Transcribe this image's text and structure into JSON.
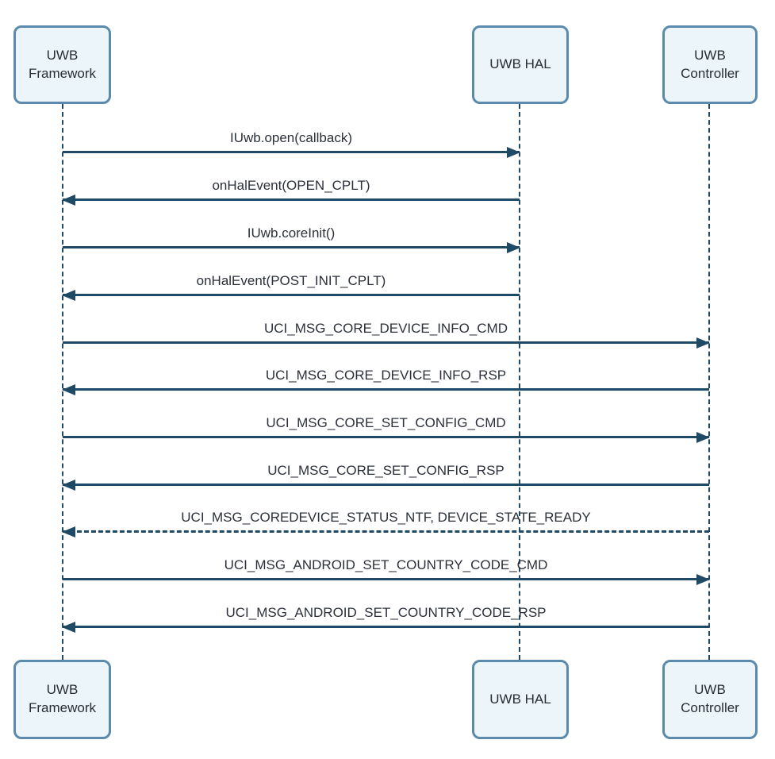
{
  "colors": {
    "actor_fill": "#ecf5fa",
    "actor_border": "#5b8aad",
    "line": "#1f4a66",
    "label_text": "#2b303a"
  },
  "actors": [
    {
      "id": "framework",
      "label": "UWB Framework"
    },
    {
      "id": "hal",
      "label": "UWB HAL"
    },
    {
      "id": "controller",
      "label": "UWB Controller"
    }
  ],
  "messages": [
    {
      "label": "IUwb.open(callback)",
      "from": "framework",
      "to": "hal",
      "line_style": "solid"
    },
    {
      "label": "onHalEvent(OPEN_CPLT)",
      "from": "hal",
      "to": "framework",
      "line_style": "solid"
    },
    {
      "label": "IUwb.coreInit()",
      "from": "framework",
      "to": "hal",
      "line_style": "solid"
    },
    {
      "label": "onHalEvent(POST_INIT_CPLT)",
      "from": "hal",
      "to": "framework",
      "line_style": "solid"
    },
    {
      "label": "UCI_MSG_CORE_DEVICE_INFO_CMD",
      "from": "framework",
      "to": "controller",
      "line_style": "solid"
    },
    {
      "label": "UCI_MSG_CORE_DEVICE_INFO_RSP",
      "from": "controller",
      "to": "framework",
      "line_style": "solid"
    },
    {
      "label": "UCI_MSG_CORE_SET_CONFIG_CMD",
      "from": "framework",
      "to": "controller",
      "line_style": "solid"
    },
    {
      "label": "UCI_MSG_CORE_SET_CONFIG_RSP",
      "from": "controller",
      "to": "framework",
      "line_style": "solid"
    },
    {
      "label": "UCI_MSG_COREDEVICE_STATUS_NTF, DEVICE_STATE_READY",
      "from": "controller",
      "to": "framework",
      "line_style": "dashed"
    },
    {
      "label": "UCI_MSG_ANDROID_SET_COUNTRY_CODE_CMD",
      "from": "framework",
      "to": "controller",
      "line_style": "solid"
    },
    {
      "label": "UCI_MSG_ANDROID_SET_COUNTRY_CODE_RSP",
      "from": "controller",
      "to": "framework",
      "line_style": "solid"
    }
  ]
}
